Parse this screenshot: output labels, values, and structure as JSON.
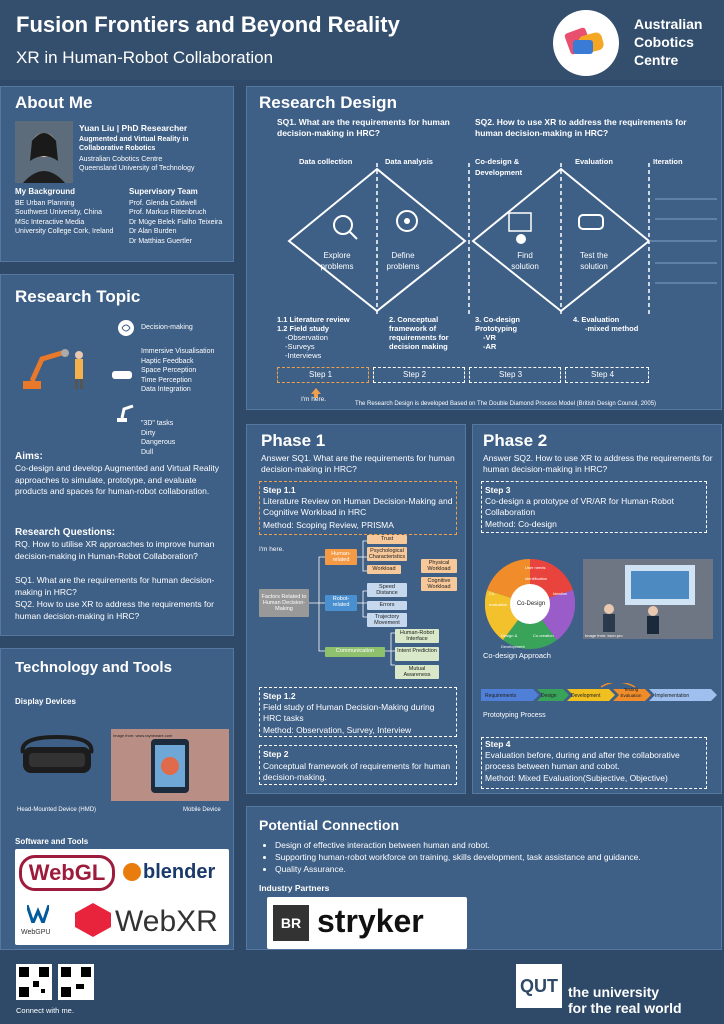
{
  "header": {
    "title": "Fusion Frontiers and Beyond Reality",
    "subtitle": "XR in Human-Robot Collaboration",
    "org": [
      "Australian",
      "Cobotics",
      "Centre"
    ]
  },
  "about": {
    "heading": "About Me",
    "name": "Yuan Liu | PhD Researcher",
    "role1": "Augmented and Virtual Reality in",
    "role2": "Collaborative Robotics",
    "org1": "Australian Cobotics Centre",
    "org2": "Queensland University of Technology",
    "bg_heading": "My Background",
    "bg": [
      "BE Urban Planning",
      "Southwest University, China",
      "MSc Interactive Media",
      "University College Cork, Ireland"
    ],
    "sup_heading": "Supervisory Team",
    "sup": [
      "Prof. Glenda Caldwell",
      "Prof. Markus Rittenbruch",
      "Dr Müge Belek Fialho Teixeira",
      "Dr Alan Burden",
      "Dr Matthias Guertler"
    ]
  },
  "topic": {
    "heading": "Research Topic",
    "decision": "Decision-making",
    "list": [
      "Immersive Visualisation",
      "Haptic  Feedback",
      "Space Perception",
      "Time Perception",
      "Data Integration"
    ],
    "tasks": [
      "\"3D\" tasks",
      "Dirty",
      "Dangerous",
      "Dull"
    ],
    "aims_h": "Aims:",
    "aims": "Co-design and develop Augmented and Virtual Reality approaches to simulate, prototype, and evaluate products and spaces for human-robot collaboration.",
    "rq_h": "Research Questions:",
    "rq": "RQ. How to utilise XR approaches to improve human decision-making in Human-Robot Collaboration?",
    "sq1": "SQ1. What are the requirements for human decision-making in HRC?",
    "sq2": "SQ2. How to use XR to address the requirements for human decision-making in HRC?"
  },
  "tech": {
    "heading": "Technology and Tools",
    "display": "Display Devices",
    "hmd": "Head-Mounted Device (HMD)",
    "mobile": "Mobile Device",
    "img_credit": "Image from: www.rayneware.com",
    "soft": "Software and Tools",
    "webgl": "WebGL",
    "blender": "blender",
    "webgpu": "WebGPU",
    "webxr": "WebXR",
    "connect": "Connect with me."
  },
  "design": {
    "heading": "Research Design",
    "sq1": "SQ1. What are the requirements for human decision-making in HRC?",
    "sq2": "SQ2. How to use XR to address the requirements for human decision-making in HRC?",
    "cols": [
      "Data collection",
      "Data analysis",
      "Co-design & Development",
      "Evaluation",
      "Iteration"
    ],
    "icons": [
      "Explore problems",
      "Define problems",
      "Find solution",
      "Test the solution"
    ],
    "steps": [
      "Step 1",
      "Step 2",
      "Step 3",
      "Step 4"
    ],
    "notes": [
      "1.1 Literature review",
      "1.2 Field study",
      "-Observation",
      "-Surveys",
      "-Interviews"
    ],
    "n2": "2. Conceptual framework of requirements for decision making",
    "n3": [
      "3.  Co-design",
      "Prototyping",
      "-VR",
      "-AR"
    ],
    "n4": [
      "4.  Evaluation",
      "-mixed method"
    ],
    "here": "I'm here.",
    "credit": "The Research Design is developed Based on The Double Diamond Process Model (British Design Council, 2005)"
  },
  "p1": {
    "heading": "Phase 1",
    "intro": "Answer SQ1. What are the requirements for human decision-making in HRC?",
    "s11h": "Step 1.1",
    "s11": "Literature Review on Human Decision-Making and Cognitive Workload in HRC",
    "s11m": "Method: Scoping Review, PRISMA",
    "here": "I'm here.",
    "factors": "Factors Related to Human Decision-Making",
    "human": "Human-related",
    "robot": "Robot-related",
    "comm": "Communication",
    "hitems": [
      "Trust",
      "Psychological Characteristics",
      "Workload"
    ],
    "wl": [
      "Physical Workload",
      "Cognitive Workload"
    ],
    "ritems": [
      "Speed Distance",
      "Errors",
      "Trajectory Movement"
    ],
    "citems": [
      "Human-Robot Interface",
      "Intent Prediction",
      "Mutual Awareness"
    ],
    "s12h": "Step 1.2",
    "s12": "Field study of Human Decision-Making during HRC tasks",
    "s12m": "Method: Observation, Survey, Interview",
    "s2h": "Step 2",
    "s2": "Conceptual framework of requirements for human decision-making."
  },
  "p2": {
    "heading": "Phase 2",
    "intro": "Answer SQ2. How to use XR to address the requirements for human decision-making in HRC?",
    "s3h": "Step 3",
    "s3": "Co-design a prototype  of VR/AR for Human-Robot Collaboration",
    "s3m": "Method: Co-design",
    "wheel": [
      "User needs identification",
      "Ideation",
      "Co-creation",
      "Design & Development",
      "Co-evaluation",
      "Co-Design"
    ],
    "wheel_center": "Co-Design",
    "approach": "Co-design Approach",
    "photo_credit": "Image from: iwon.pro",
    "proc": [
      "Requirements",
      "Design",
      "Development",
      "Testing Evaluation",
      "Implementation"
    ],
    "proc_label": "Prototyping Process",
    "s4h": "Step 4",
    "s4": "Evaluation before, during and after the collaborative process between human and cobot.",
    "s4m": "Method: Mixed Evaluation(Subjective, Objective)"
  },
  "conn": {
    "heading": "Potential Connection",
    "items": [
      "Design of effective interaction between human and robot.",
      "Supporting human-robot workforce on training, skills development, task assistance and guidance.",
      "Quality Assurance."
    ],
    "partners": "Industry Partners",
    "stryker": "stryker"
  },
  "footer": {
    "qut": "QUT",
    "tag1": "the university",
    "tag2": "for the real world"
  }
}
